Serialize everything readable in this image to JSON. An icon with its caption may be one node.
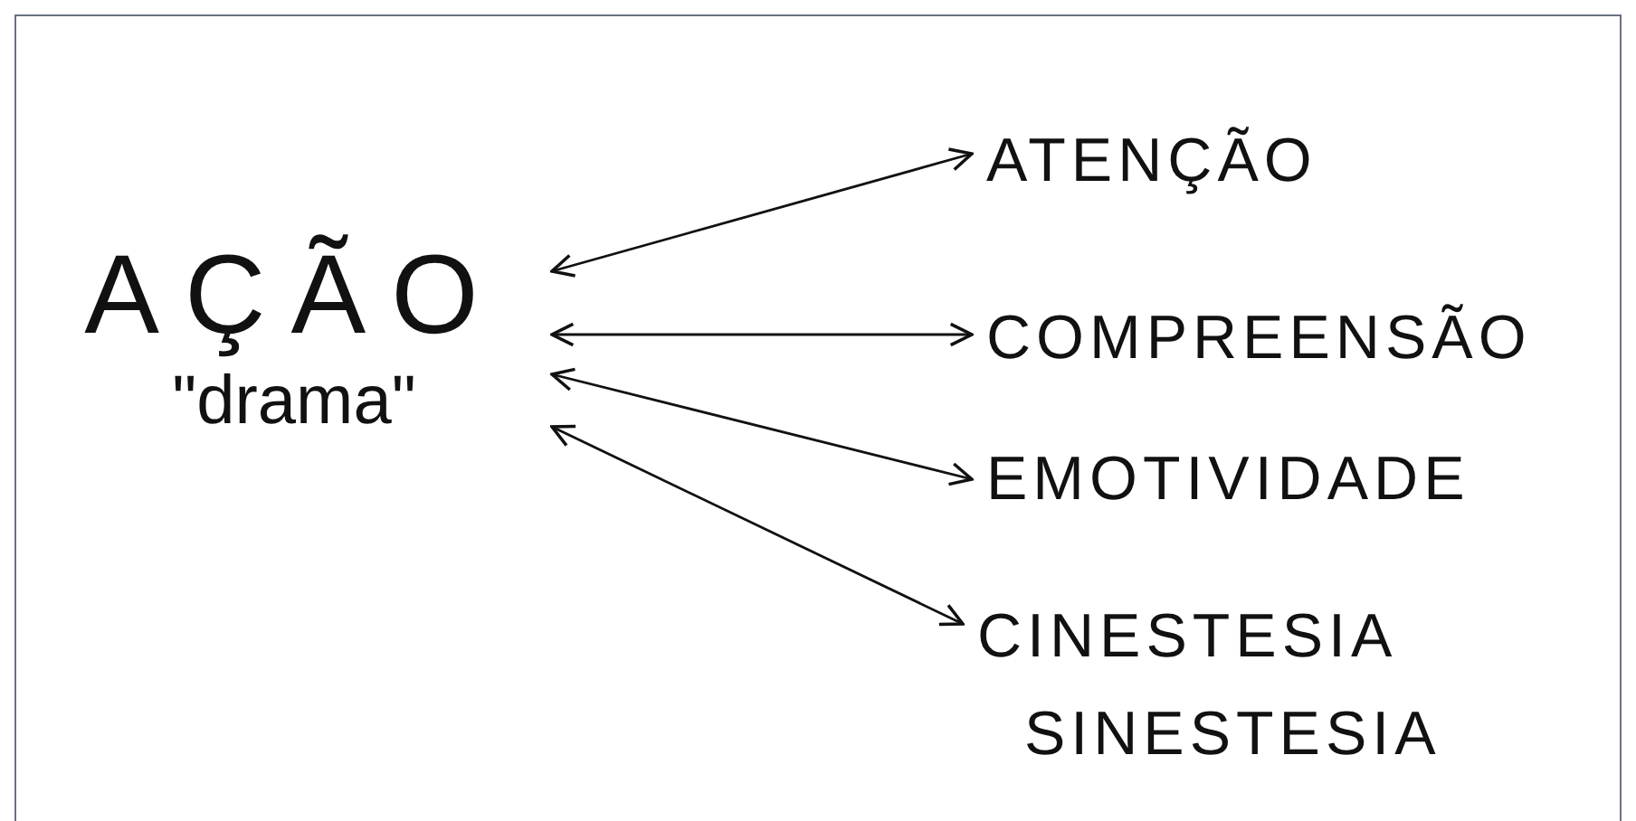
{
  "diagram": {
    "nodes": [
      {
        "text": [
          "AÇÃO",
          "\"drama\""
        ]
      },
      {
        "text": [
          "ATENÇÃO"
        ]
      },
      {
        "text": [
          "COMPREENSÃO"
        ]
      },
      {
        "text": [
          "EMOTIVIDADE"
        ]
      },
      {
        "text": [
          "CINESTESIA SINESTESIA"
        ]
      }
    ],
    "edges": [
      {
        "from": 0,
        "to": 1,
        "arrow": "both"
      },
      {
        "from": 0,
        "to": 2,
        "arrow": "both"
      },
      {
        "from": 0,
        "to": 3,
        "arrow": "both"
      },
      {
        "from": 0,
        "to": 4,
        "arrow": "both"
      }
    ]
  }
}
